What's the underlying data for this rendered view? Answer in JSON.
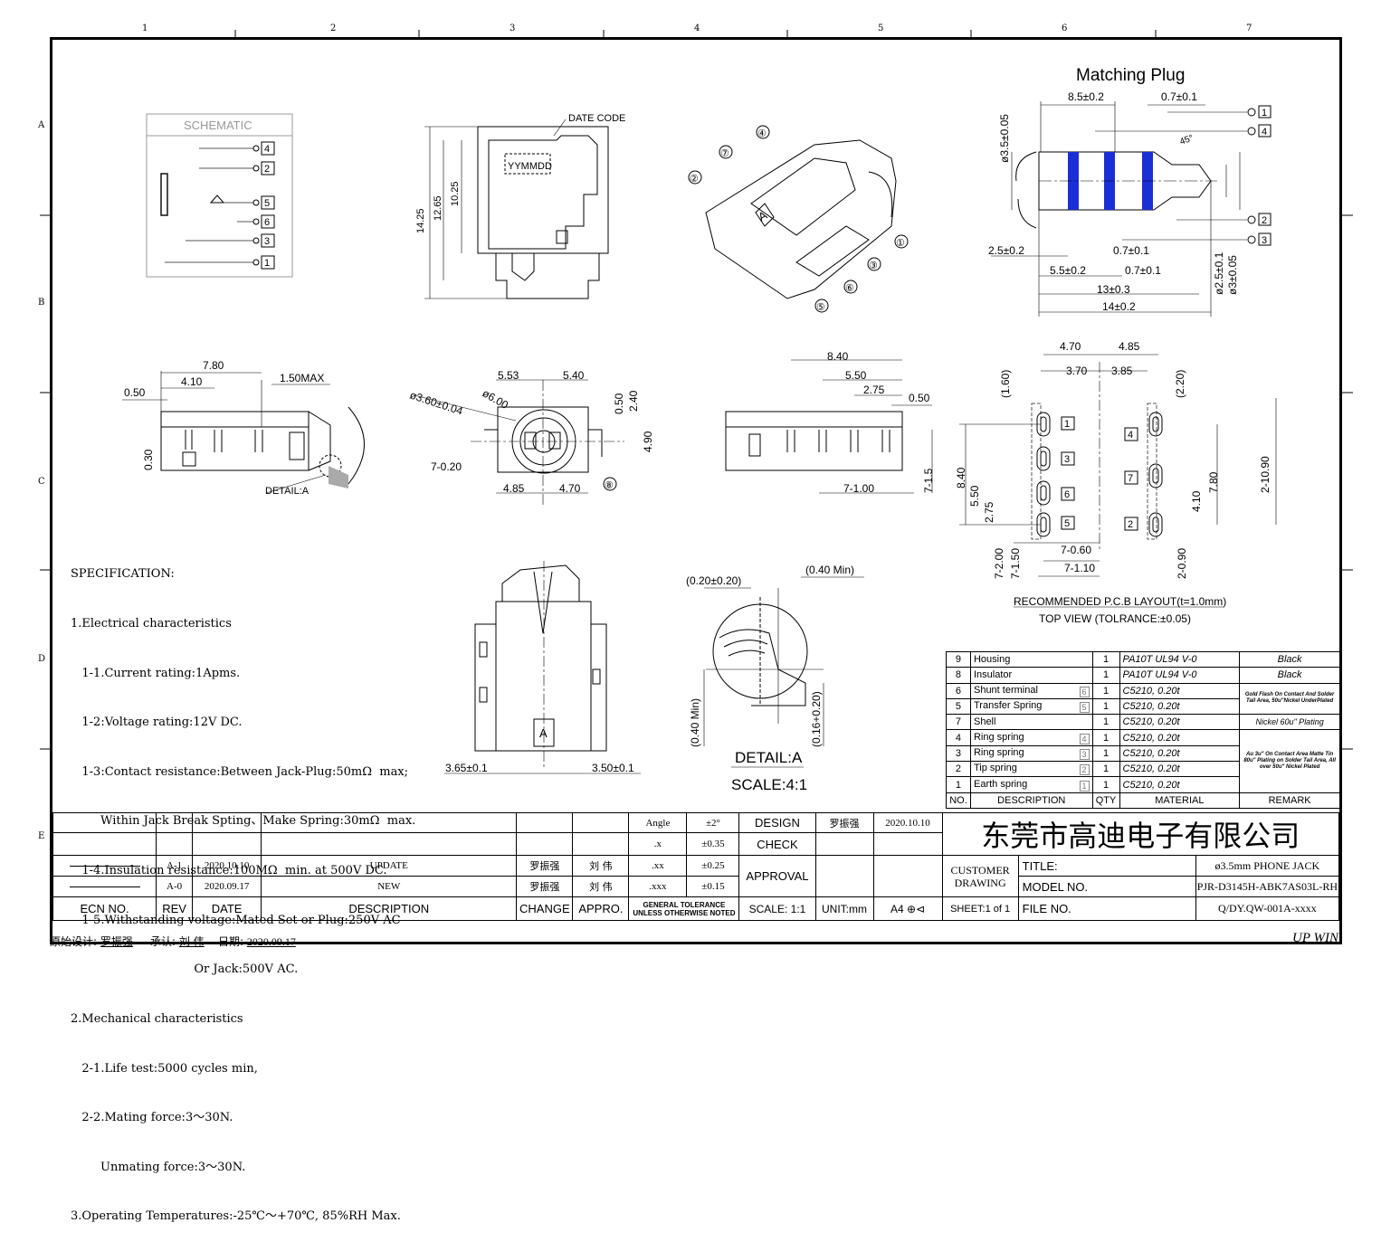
{
  "border": {
    "zones_top": [
      "1",
      "2",
      "3",
      "4",
      "5",
      "6",
      "7"
    ],
    "zones_side": [
      "A",
      "B",
      "C",
      "D",
      "E"
    ]
  },
  "schematic": {
    "title": "SCHEMATIC",
    "pins": [
      "4",
      "2",
      "5",
      "6",
      "3",
      "1"
    ]
  },
  "front_view": {
    "date_code_label": "DATE CODE",
    "date_code": "YYMMDD",
    "dims": [
      "14.25",
      "12.65",
      "10.25"
    ]
  },
  "iso_view": {
    "callouts": [
      "④",
      "⑦",
      "②",
      "①",
      "③",
      "⑥",
      "⑤"
    ],
    "mark": "A"
  },
  "plug": {
    "title": "Matching Plug",
    "dims": [
      "8.5±0.2",
      "0.7±0.1",
      "ø3.5±0.05",
      "45°",
      "2.5±0.2",
      "0.7±0.1",
      "5.5±0.2",
      "0.7±0.1",
      "13±0.3",
      "14±0.2",
      "ø2.5±0.1",
      "ø3±0.05"
    ],
    "pins": [
      "1",
      "4",
      "2",
      "3"
    ]
  },
  "side_view": {
    "dims": [
      "7.80",
      "4.10",
      "1.50MAX",
      "0.50",
      "0.30"
    ],
    "detail_label": "DETAIL:A"
  },
  "end_view": {
    "dims": [
      "5.53",
      "5.40",
      "ø3.60±0.04",
      "ø6.00",
      "0.50",
      "2.40",
      "4.90",
      "7-0.20",
      "4.85",
      "4.70"
    ],
    "callout": "⑧"
  },
  "back_view": {
    "dims": [
      "8.40",
      "5.50",
      "2.75",
      "0.50",
      "7-1.5",
      "7-1.00"
    ]
  },
  "pcb": {
    "dims_top": [
      "4.70",
      "4.85",
      "3.70",
      "3.85",
      "(1.60)",
      "(2.20)"
    ],
    "dims_left": [
      "8.40",
      "5.50",
      "2.75",
      "7-2.00",
      "7-1.50"
    ],
    "dims_right": [
      "7.80",
      "4.10",
      "2-10.90",
      "2-0.90"
    ],
    "dims_bottom": [
      "7-0.60",
      "7-1.10"
    ],
    "pins_left": [
      "1",
      "3",
      "6",
      "5"
    ],
    "pins_right": [
      "4",
      "7",
      "2"
    ],
    "caption": "RECOMMENDED P.C.B LAYOUT(t=1.0mm)",
    "subcaption": "TOP VIEW (TOLRANCE:±0.05)"
  },
  "bottom_view": {
    "dims": [
      "3.65±0.1",
      "3.50±0.1"
    ],
    "mark": "A"
  },
  "detail": {
    "dims": [
      "(0.20±0.20)",
      "(0.40 Min)",
      "(0.40 Min)",
      "(0.16+0.20)"
    ],
    "title": "DETAIL:A",
    "scale": "SCALE:4:1"
  },
  "specification": {
    "lines": [
      "SPECIFICATION:",
      "1.Electrical characteristics",
      "   1-1.Current rating:1Apms.",
      "   1-2:Voltage rating:12V DC.",
      "   1-3:Contact resistance:Between Jack-Plug:50mΩ  max;",
      "        Within Jack Break Spting、Make Spring:30mΩ  max.",
      "   1-4.Insulation resistance:100MΩ  min. at 500V DC.",
      "   1-5.Withstanding voltage:Mated Set or Plug:250V AC",
      "                                 Or Jack:500V AC.",
      "2.Mechanical characteristics",
      "   2-1.Life test:5000 cycles min,",
      "   2-2.Mating force:3～30N.",
      "        Unmating force:3～30N.",
      "3.Operating Temperatures:-25℃～+70℃, 85%RH Max."
    ]
  },
  "bom": {
    "rows": [
      {
        "no": "9",
        "desc": "Housing",
        "ref": "",
        "qty": "1",
        "material": "PA10T UL94 V-0",
        "remark": "Black"
      },
      {
        "no": "8",
        "desc": "Insulator",
        "ref": "",
        "qty": "1",
        "material": "PA10T UL94 V-0",
        "remark": "Black"
      },
      {
        "no": "6",
        "desc": "Shunt terminal",
        "ref": "6",
        "qty": "1",
        "material": "C5210, 0.20t",
        "remark": "Gold Flash On Contact And Solder Tail Area, 50u\"Nickel UnderPlated"
      },
      {
        "no": "5",
        "desc": "Transfer Spring",
        "ref": "5",
        "qty": "1",
        "material": "C5210, 0.20t",
        "remark": ""
      },
      {
        "no": "7",
        "desc": "Shell",
        "ref": "",
        "qty": "1",
        "material": "C5210, 0.20t",
        "remark": "Nickel 60u\" Plating"
      },
      {
        "no": "4",
        "desc": "Ring spring",
        "ref": "4",
        "qty": "1",
        "material": "C5210, 0.20t",
        "remark": "Au 3u\" On Contact Area Matte Tin 80u\" Plating on Solder Tail Area, All over 50u\" Nickel Plated"
      },
      {
        "no": "3",
        "desc": "Ring spring",
        "ref": "3",
        "qty": "1",
        "material": "C5210, 0.20t",
        "remark": ""
      },
      {
        "no": "2",
        "desc": "Tip spring",
        "ref": "2",
        "qty": "1",
        "material": "C5210, 0.20t",
        "remark": ""
      },
      {
        "no": "1",
        "desc": "Earth spring",
        "ref": "1",
        "qty": "1",
        "material": "C5210, 0.20t",
        "remark": ""
      }
    ],
    "headers": {
      "no": "NO.",
      "desc": "DESCRIPTION",
      "qty": "QTY",
      "material": "MATERIAL",
      "remark": "REMARK"
    }
  },
  "revisions": {
    "rows": [
      {
        "ecn": "",
        "rev": "A-1",
        "date": "2020.10.10",
        "desc": "UPDATE",
        "change": "罗振强",
        "appro": "刘 伟"
      },
      {
        "ecn": "",
        "rev": "A-0",
        "date": "2020.09.17",
        "desc": "NEW",
        "change": "罗振强",
        "appro": "刘 伟"
      }
    ],
    "headers": {
      "ecn": "ECN NO.",
      "rev": "REV",
      "date": "DATE",
      "desc": "DESCRIPTION",
      "change": "CHANGE",
      "appro": "APPRO."
    }
  },
  "tolerance": {
    "rows": [
      {
        "label": "Angle",
        "value": "±2°"
      },
      {
        "label": ".x",
        "value": "±0.35"
      },
      {
        "label": ".xx",
        "value": "±0.25"
      },
      {
        "label": ".xxx",
        "value": "±0.15"
      }
    ],
    "note": "GENERAL TOLERANCE UNLESS OTHERWISE NOTED"
  },
  "approvals": {
    "design_label": "DESIGN",
    "designer": "罗振强",
    "design_date": "2020.10.10",
    "check_label": "CHECK",
    "approval_label": "APPROVAL",
    "scale": "SCALE: 1:1",
    "unit": "UNIT:mm",
    "size": "A4"
  },
  "company": {
    "name": "东莞市高迪电子有限公司",
    "customer_drawing": "CUSTOMER DRAWING",
    "title_label": "TITLE:",
    "title": "ø3.5mm PHONE JACK",
    "model_label": "MODEL NO.",
    "model": "PJR-D3145H-ABK7AS03L-RH",
    "sheet": "SHEET:1 of 1",
    "file_label": "FILE NO.",
    "file": "Q/DY.QW-001A-xxxx"
  },
  "footer": {
    "original_design_label": "原始设计:",
    "original_designer": "罗振强",
    "approve_label": "承认:",
    "approver": "刘 伟",
    "date_label": "日期:",
    "date": "2020.09.17",
    "brand": "UP WIN"
  },
  "colors": {
    "line": "#000000",
    "plug_band": "#1b2fd6"
  }
}
